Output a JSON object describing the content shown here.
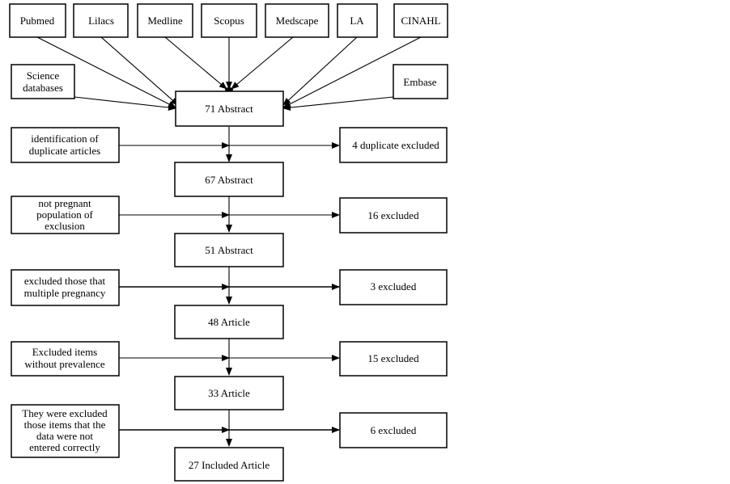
{
  "sources": {
    "pubmed": "Pubmed",
    "lilacs": "Lilacs",
    "medline": "Medline",
    "scopus": "Scopus",
    "medscape": "Medscape",
    "la": "LA",
    "cinahl": "CINAHL",
    "science_databases": [
      "Science",
      "databases"
    ],
    "embase": "Embase"
  },
  "steps": [
    {
      "main": "71 Abstract"
    },
    {
      "criterion": [
        "identification of",
        "duplicate articles"
      ],
      "excluded": "4 duplicate excluded",
      "main": "67 Abstract"
    },
    {
      "criterion": [
        "not pregnant",
        "population of",
        "exclusion"
      ],
      "excluded": "16 excluded",
      "main": "51 Abstract"
    },
    {
      "criterion": [
        "excluded those that",
        "multiple pregnancy"
      ],
      "excluded": "3 excluded",
      "main": "48 Article"
    },
    {
      "criterion": [
        "Excluded items",
        "without prevalence"
      ],
      "excluded": "15 excluded",
      "main": "33 Article"
    },
    {
      "criterion": [
        "They were excluded",
        "those items that the",
        "data were not",
        "entered correctly"
      ],
      "excluded": "6 excluded",
      "main": "27 Included Article"
    }
  ]
}
